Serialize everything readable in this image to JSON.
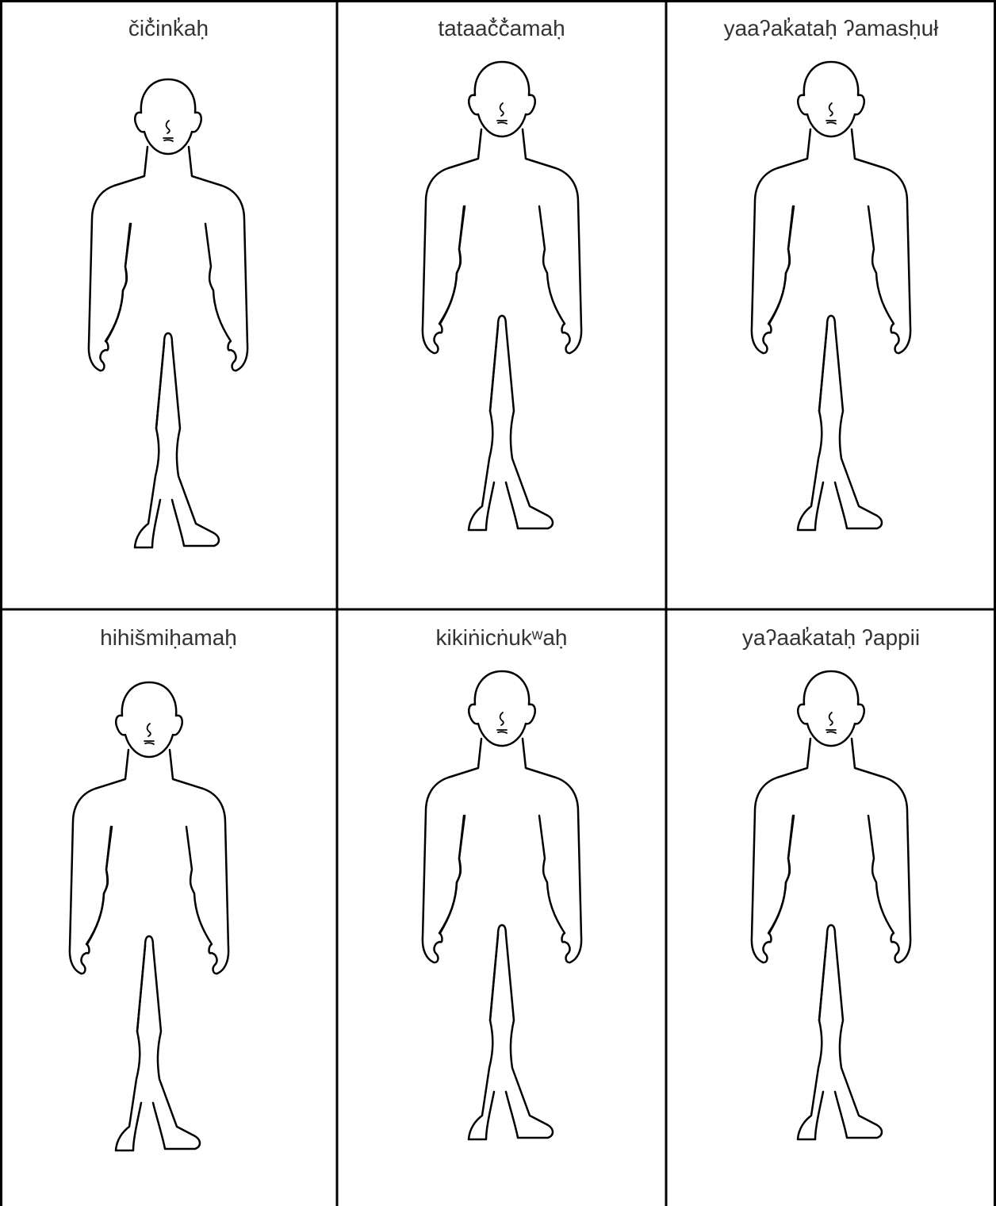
{
  "cells": [
    {
      "label": "čič̓ink̓aḥ"
    },
    {
      "label": "tataač̓č̓amaḥ"
    },
    {
      "label": "yaaʔak̓ataḥ ʔamasḥuł"
    },
    {
      "label": "hihišmiḥamaḥ"
    },
    {
      "label": "kikiṅicṅukʷaḥ"
    },
    {
      "label": "yaʔaak̓ataḥ ʔappii"
    }
  ],
  "colors": {
    "background": "#ffffff",
    "lines": "#000000",
    "label_text": "#333333"
  },
  "icons": [
    "human-body-outline"
  ]
}
